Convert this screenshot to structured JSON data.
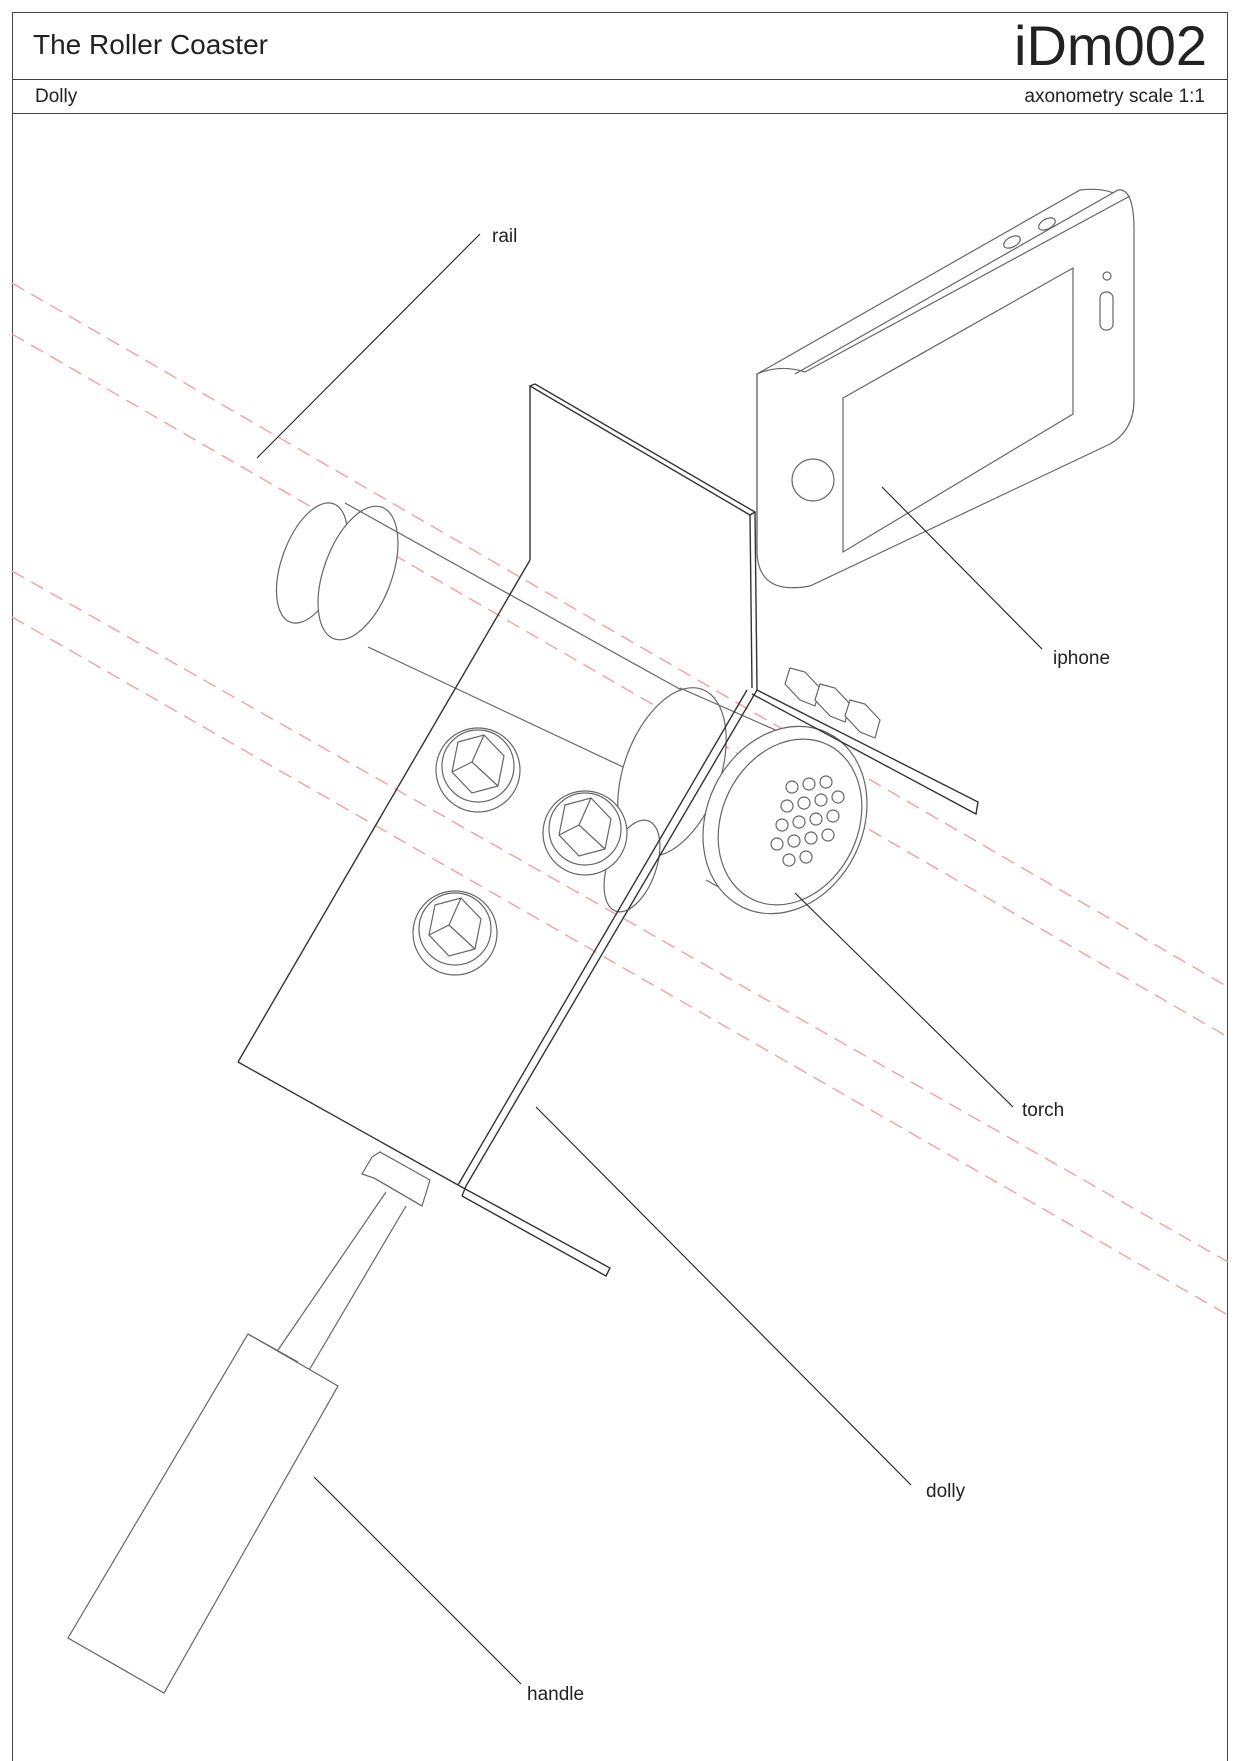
{
  "header": {
    "title": "The Roller Coaster",
    "code": "iDm002",
    "subtitle": "Dolly",
    "scale": "axonometry scale 1:1"
  },
  "labels": {
    "rail": "rail",
    "iphone": "iphone",
    "torch": "torch",
    "dolly": "dolly",
    "handle": "handle"
  },
  "colors": {
    "line": "#555555",
    "rail_dash": "#f2a0a0",
    "frame": "#444444"
  }
}
